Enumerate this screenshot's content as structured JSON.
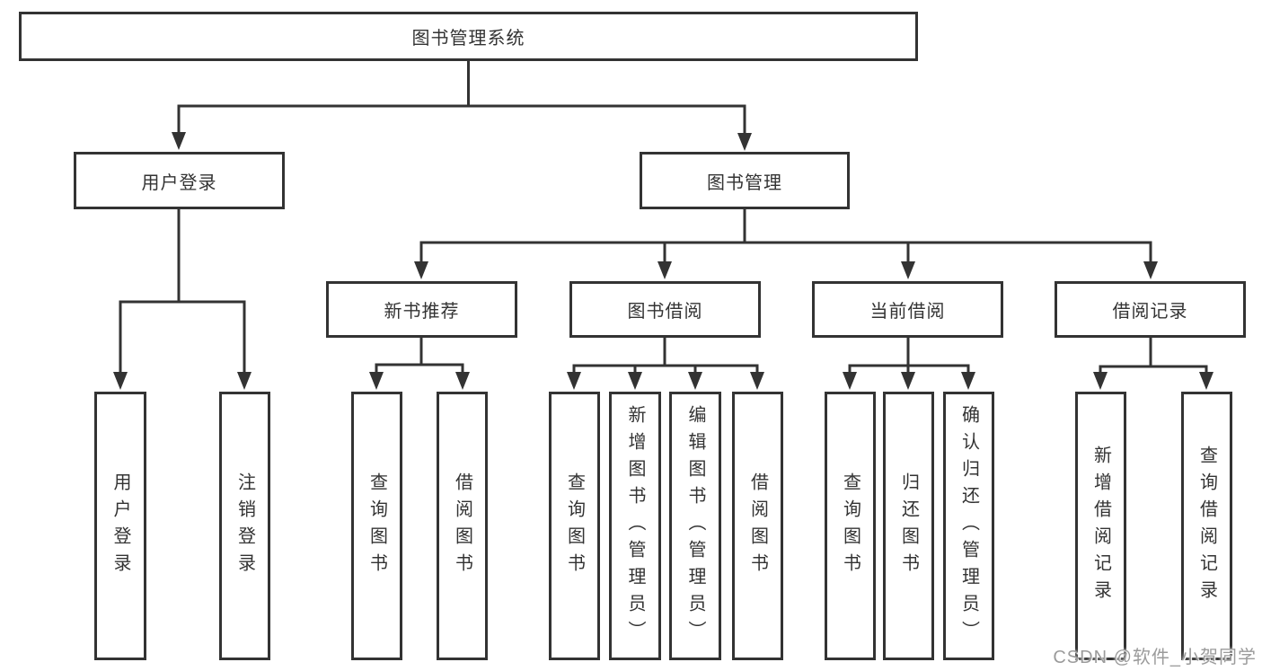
{
  "tree": {
    "root": "图书管理系统",
    "level2": [
      {
        "label": "用户登录",
        "children": [
          "用户登录",
          "注销登录"
        ]
      },
      {
        "label": "图书管理"
      }
    ],
    "level3": [
      {
        "label": "新书推荐",
        "children": [
          "查询图书",
          "借阅图书"
        ]
      },
      {
        "label": "图书借阅",
        "children": [
          "查询图书",
          "新增图书（管理员）",
          "编辑图书（管理员）",
          "借阅图书"
        ]
      },
      {
        "label": "当前借阅",
        "children": [
          "查询图书",
          "归还图书",
          "确认归还（管理员）"
        ]
      },
      {
        "label": "借阅记录",
        "children": [
          "新增借阅记录",
          "查询借阅记录"
        ]
      }
    ]
  },
  "watermark": {
    "text": "CSDN @软件_小贺同学"
  },
  "colors": {
    "line": "#333333",
    "text": "#333333",
    "box_background": "#ffffff",
    "watermark": "#9b9b9b"
  }
}
